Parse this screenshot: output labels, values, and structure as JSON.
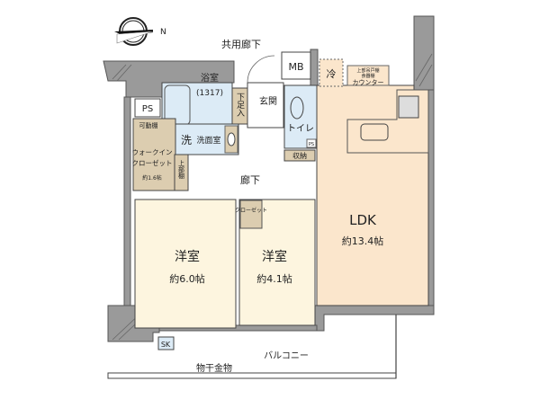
{
  "compass": {
    "north_label": "N"
  },
  "labels": {
    "common_corridor": "共用廊下",
    "mb": "MB",
    "bath": "浴室",
    "bath_size": "(1317)",
    "shoe_storage": "下足入",
    "entrance": "玄関",
    "toilet": "トイレ",
    "toilet_ps": "PS",
    "storage": "収納",
    "ps": "PS",
    "movable_shelf": "可動棚",
    "washroom_wash": "洗",
    "washroom": "洗面室",
    "wic": "ウォークイン",
    "wic2": "クローゼット",
    "wic_size": "約1.6帖",
    "upper_shelf": "上部棚",
    "corridor": "廊下",
    "fridge": "冷",
    "counter_upper": "上部吊戸棚",
    "counter_upper2": "食器棚",
    "counter": "カウンター",
    "ldk": "LDK",
    "ldk_size": "約13.4帖",
    "room1": "洋室",
    "room1_size": "約6.0帖",
    "room2": "洋室",
    "room2_size": "約4.1帖",
    "closet": "クローゼット",
    "sk": "SK",
    "balcony": "バルコニー",
    "drying_rack": "物干金物"
  },
  "colors": {
    "ldk": "#fbe6cc",
    "western_room": "#fdf5df",
    "wet_area": "#dcebf6",
    "storage": "#dccdb0",
    "wall": "#9a9a9a"
  }
}
